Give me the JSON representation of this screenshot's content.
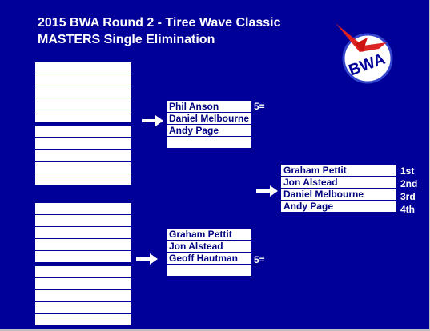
{
  "header": {
    "title_line1": "2015 BWA Round 2 - Tiree Wave Classic",
    "title_line2": "MASTERS Single Elimination"
  },
  "logo": {
    "text": "BWA",
    "icon": "windsurfer-logo-icon"
  },
  "round1": {
    "group_a": [
      "",
      "",
      "",
      "",
      ""
    ],
    "group_b": [
      "",
      "",
      "",
      "",
      ""
    ],
    "group_c": [
      "",
      "",
      "",
      "",
      ""
    ],
    "group_d": [
      "",
      "",
      "",
      "",
      ""
    ]
  },
  "semi_top": {
    "entries": [
      "Phil Anson",
      "Daniel Melbourne",
      "Andy Page",
      ""
    ],
    "note": "5="
  },
  "semi_bottom": {
    "entries": [
      "Graham Pettit",
      "Jon Alstead",
      "Geoff Hautman",
      ""
    ],
    "note": "5="
  },
  "final": {
    "entries": [
      "Graham Pettit",
      "Jon Alstead",
      "Daniel Melbourne",
      "Andy Page"
    ],
    "places": [
      "1st",
      "2nd",
      "3rd",
      "4th"
    ]
  },
  "colors": {
    "background": "#000099",
    "cell": "#ffffff",
    "text": "#000080",
    "accent": "#ffffff"
  }
}
